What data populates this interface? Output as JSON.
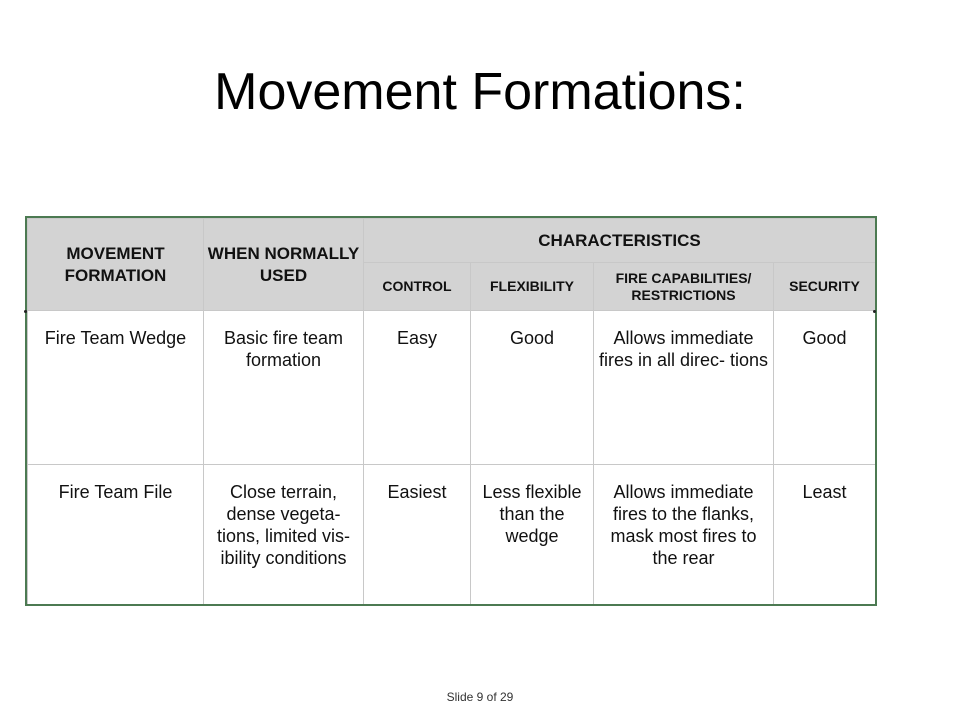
{
  "slide": {
    "title": "Movement Formations:",
    "footer": "Slide 9 of 29"
  },
  "table": {
    "headers": {
      "formation": "MOVEMENT FORMATION",
      "when_used": "WHEN NORMALLY USED",
      "characteristics": "CHARACTERISTICS",
      "control": "CONTROL",
      "flexibility": "FLEXIBILITY",
      "fire": "FIRE CAPABILITIES/ RESTRICTIONS",
      "security": "SECURITY"
    },
    "rows": [
      {
        "formation": "Fire Team Wedge",
        "when_used": "Basic fire team formation",
        "control": "Easy",
        "flexibility": "Good",
        "fire": "Allows immediate fires in all direc- tions",
        "security": "Good"
      },
      {
        "formation": "Fire Team File",
        "when_used": "Close terrain, dense vegeta- tions, limited vis- ibility conditions",
        "control": "Easiest",
        "flexibility": "Less flexible than the wedge",
        "fire": "Allows immediate fires to the flanks, mask most fires to the rear",
        "security": "Least"
      }
    ]
  }
}
